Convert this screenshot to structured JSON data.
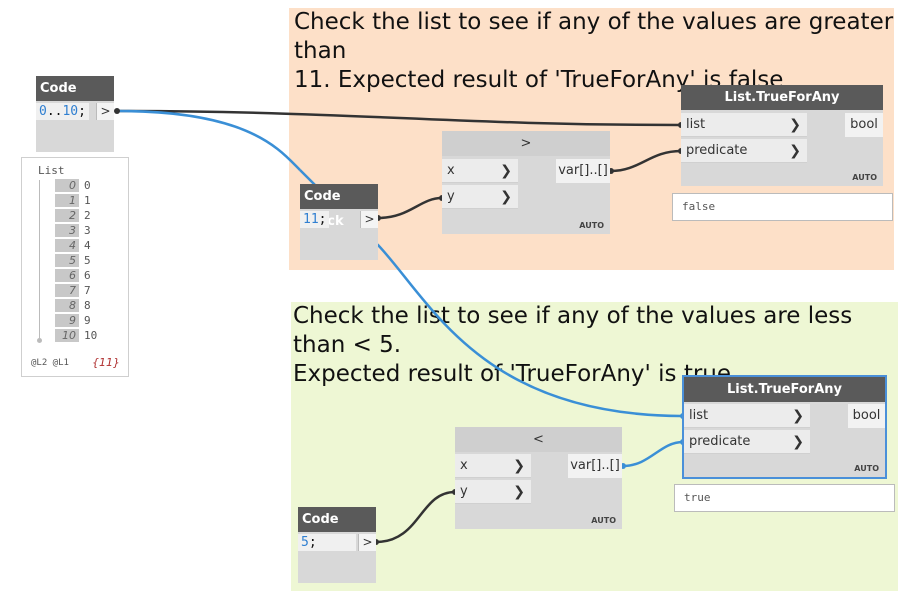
{
  "colors": {
    "group_top": "#fde0c8",
    "group_bottom": "#eef7d4",
    "wire_blue": "#3a8fd6",
    "wire_dark": "#333333",
    "node_header": "#5a5a5a",
    "node_body": "#d8d8d8"
  },
  "groups": {
    "top": {
      "title": "Check the list to see if any of the values are greater than\n11. Expected result of 'TrueForAny' is false"
    },
    "bottom": {
      "title": "Check the list to see if any of the values are less than < 5.\nExpected result of 'TrueForAny' is true"
    }
  },
  "code_block_range": {
    "title": "Code Block",
    "code_start": "0",
    "code_op": "..",
    "code_end": "10",
    "code_semicolon": ";",
    "out_port": ">"
  },
  "watch": {
    "header": "List",
    "items": [
      {
        "index": "0",
        "value": "0"
      },
      {
        "index": "1",
        "value": "1"
      },
      {
        "index": "2",
        "value": "2"
      },
      {
        "index": "3",
        "value": "3"
      },
      {
        "index": "4",
        "value": "4"
      },
      {
        "index": "5",
        "value": "5"
      },
      {
        "index": "6",
        "value": "6"
      },
      {
        "index": "7",
        "value": "7"
      },
      {
        "index": "8",
        "value": "8"
      },
      {
        "index": "9",
        "value": "9"
      },
      {
        "index": "10",
        "value": "10"
      }
    ],
    "levels": "@L2 @L1",
    "count": "{11}"
  },
  "code_block_11": {
    "title": "Code Block",
    "code_value": "11",
    "code_semicolon": ";",
    "out_port": ">"
  },
  "code_block_5": {
    "title": "Code Block",
    "code_value": "5",
    "code_semicolon": ";",
    "out_port": ">"
  },
  "greater_node": {
    "title": ">",
    "inputs": [
      {
        "label": "x",
        "chevron": "❯"
      },
      {
        "label": "y",
        "chevron": "❯"
      }
    ],
    "output": "var[]..[]",
    "lacing": "AUTO"
  },
  "less_node": {
    "title": "<",
    "inputs": [
      {
        "label": "x",
        "chevron": "❯"
      },
      {
        "label": "y",
        "chevron": "❯"
      }
    ],
    "output": "var[]..[]",
    "lacing": "AUTO"
  },
  "trueforany_top": {
    "title": "List.TrueForAny",
    "inputs": [
      {
        "label": "list",
        "chevron": "❯"
      },
      {
        "label": "predicate",
        "chevron": "❯"
      }
    ],
    "output": "bool",
    "lacing": "AUTO",
    "preview": "false"
  },
  "trueforany_bottom": {
    "title": "List.TrueForAny",
    "inputs": [
      {
        "label": "list",
        "chevron": "❯"
      },
      {
        "label": "predicate",
        "chevron": "❯"
      }
    ],
    "output": "bool",
    "lacing": "AUTO",
    "preview": "true"
  }
}
